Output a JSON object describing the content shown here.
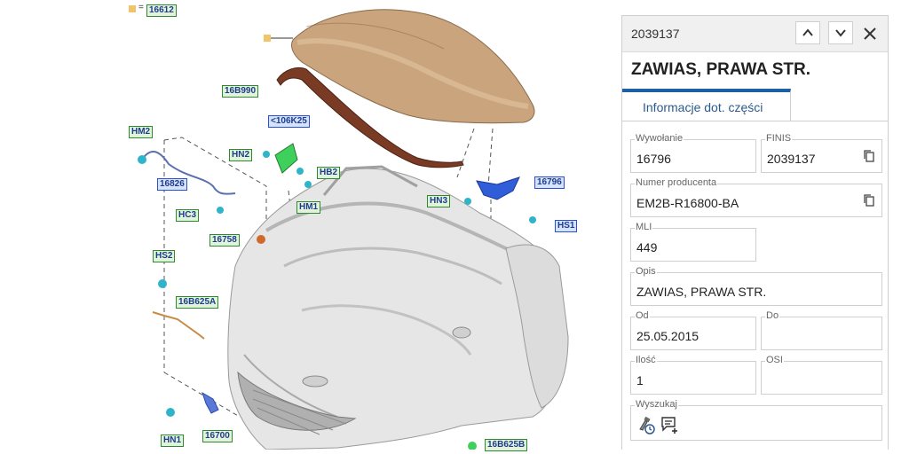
{
  "diagram": {
    "legend": {
      "equals": "=",
      "code": "16612"
    },
    "callouts": [
      {
        "id": "16B990",
        "style": "green"
      },
      {
        "id": "<106K25",
        "style": "blue"
      },
      {
        "id": "HM2",
        "style": "green"
      },
      {
        "id": "HN2",
        "style": "green"
      },
      {
        "id": "HB2",
        "style": "green"
      },
      {
        "id": "HM1",
        "style": "green"
      },
      {
        "id": "16826",
        "style": "blue"
      },
      {
        "id": "HC3",
        "style": "green"
      },
      {
        "id": "16758",
        "style": "green"
      },
      {
        "id": "HS2",
        "style": "green"
      },
      {
        "id": "16B625A",
        "style": "green"
      },
      {
        "id": "HN3",
        "style": "green"
      },
      {
        "id": "16796",
        "style": "blue"
      },
      {
        "id": "HS1",
        "style": "blue"
      },
      {
        "id": "HN1",
        "style": "green"
      },
      {
        "id": "16700",
        "style": "green"
      },
      {
        "id": "16B625B",
        "style": "green"
      }
    ]
  },
  "panel": {
    "id": "2039137",
    "title": "ZAWIAS, PRAWA STR.",
    "tab": "Informacje dot. części",
    "fields": {
      "wywolanie": {
        "label": "Wywołanie",
        "value": "16796"
      },
      "finis": {
        "label": "FINIS",
        "value": "2039137"
      },
      "numer": {
        "label": "Numer producenta",
        "value": "EM2B-R16800-BA"
      },
      "mli": {
        "label": "MLI",
        "value": "449"
      },
      "opis": {
        "label": "Opis",
        "value": "ZAWIAS, PRAWA STR."
      },
      "od": {
        "label": "Od",
        "value": "25.05.2015"
      },
      "do": {
        "label": "Do",
        "value": ""
      },
      "ilosc": {
        "label": "Ilość",
        "value": "1"
      },
      "osi": {
        "label": "OSI",
        "value": ""
      },
      "wyszukaj": {
        "label": "Wyszukaj"
      }
    },
    "icons": {
      "up": "chevron-up-icon",
      "down": "chevron-down-icon",
      "close": "close-icon",
      "copy": "copy-icon",
      "history": "part-history-icon",
      "add": "add-to-list-icon"
    }
  },
  "colors": {
    "accent": "#1f5fa6",
    "callout_green": "#2f8a2f",
    "callout_blue": "#2a4fd0",
    "hood": "#c9a47c"
  }
}
